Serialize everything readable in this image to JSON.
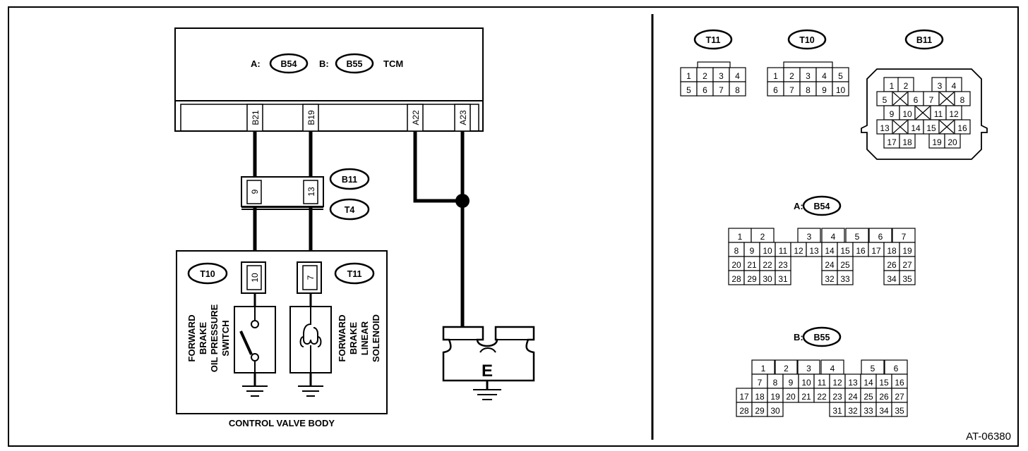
{
  "tcm": {
    "label": "TCM",
    "conn_a_prefix": "A:",
    "conn_a": "B54",
    "conn_b_prefix": "B:",
    "conn_b": "B55",
    "pins": [
      "B21",
      "B19",
      "A22",
      "A23"
    ]
  },
  "inline_connector": {
    "codes": [
      "B11",
      "T4"
    ],
    "pins": [
      "9",
      "13"
    ]
  },
  "control_valve_body": {
    "label": "CONTROL VALVE BODY",
    "connectors": [
      "T10",
      "T11"
    ],
    "pins": [
      "10",
      "7"
    ],
    "switch_label": [
      "FORWARD",
      "BRAKE",
      "OIL PRESSURE",
      "SWITCH"
    ],
    "solenoid_label": [
      "FORWARD",
      "BRAKE",
      "LINEAR",
      "SOLENOID"
    ]
  },
  "ground": {
    "label": "E"
  },
  "connector_views": {
    "t11": {
      "code": "T11",
      "rows": [
        [
          "1",
          "2",
          "3",
          "4"
        ],
        [
          "5",
          "6",
          "7",
          "8"
        ]
      ]
    },
    "t10": {
      "code": "T10",
      "rows": [
        [
          "1",
          "2",
          "3",
          "4",
          "5"
        ],
        [
          "6",
          "7",
          "8",
          "9",
          "10"
        ]
      ]
    },
    "b11": {
      "code": "B11",
      "rows": [
        [
          "1",
          "2",
          "",
          "3",
          "4"
        ],
        [
          "5",
          "X",
          "6",
          "7",
          "X",
          "8"
        ],
        [
          "9",
          "10",
          "X",
          "11",
          "12"
        ],
        [
          "13",
          "X",
          "14",
          "15",
          "X",
          "16"
        ],
        [
          "17",
          "18",
          "",
          "19",
          "20"
        ]
      ]
    },
    "b54": {
      "prefix": "A:",
      "code": "B54",
      "rows": [
        [
          "1",
          "2",
          "",
          "3",
          "4",
          "5",
          "6",
          "7"
        ],
        [
          "8",
          "9",
          "10",
          "11",
          "12",
          "13",
          "14",
          "15",
          "16",
          "17",
          "18",
          "19"
        ],
        [
          "20",
          "21",
          "22",
          "23",
          "24",
          "25",
          "26",
          "27"
        ],
        [
          "28",
          "29",
          "30",
          "31",
          "32",
          "33",
          "34",
          "35"
        ]
      ]
    },
    "b55": {
      "prefix": "B:",
      "code": "B55",
      "rows": [
        [
          "1",
          "2",
          "3",
          "4",
          "5",
          "6"
        ],
        [
          "7",
          "8",
          "9",
          "10",
          "11",
          "12",
          "13",
          "14",
          "15",
          "16"
        ],
        [
          "17",
          "18",
          "19",
          "20",
          "21",
          "22",
          "23",
          "24",
          "25",
          "26",
          "27"
        ],
        [
          "28",
          "29",
          "30",
          "31",
          "32",
          "33",
          "34",
          "35"
        ]
      ]
    }
  },
  "figure_id": "AT-06380"
}
